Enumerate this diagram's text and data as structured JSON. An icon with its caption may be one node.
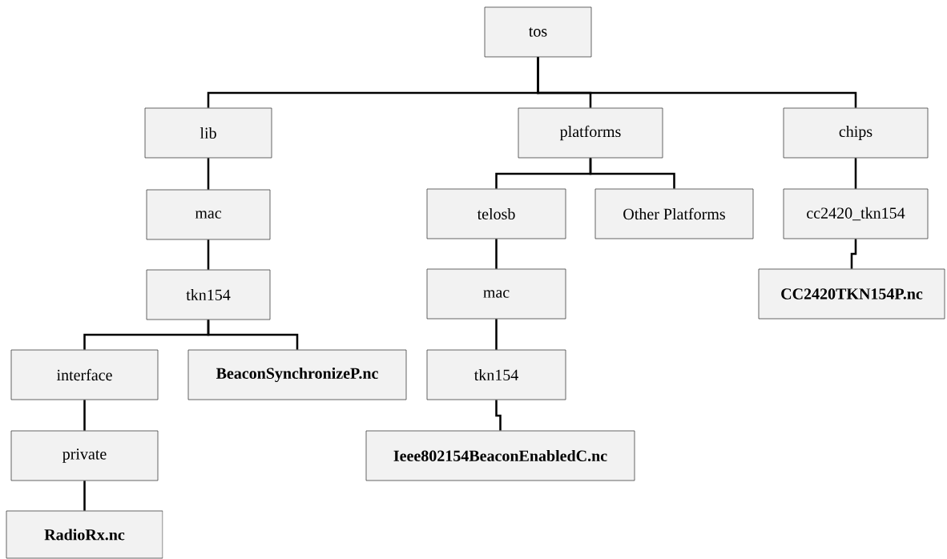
{
  "diagram": {
    "nodes": [
      {
        "text": [
          "tos"
        ]
      },
      {
        "text": [
          "lib"
        ]
      },
      {
        "text": [
          "platforms"
        ]
      },
      {
        "text": [
          "chips"
        ]
      },
      {
        "text": [
          "mac"
        ]
      },
      {
        "text": [
          "telosb"
        ]
      },
      {
        "text": [
          "Other Platforms"
        ]
      },
      {
        "text": [
          "cc2420_tkn154"
        ]
      },
      {
        "text": [
          "tkn154"
        ]
      },
      {
        "text": [
          "mac"
        ]
      },
      {
        "text": [
          "CC2420TKN154P.nc"
        ]
      },
      {
        "text": [
          "interface"
        ]
      },
      {
        "text": [
          "BeaconSynchronizeP.nc"
        ]
      },
      {
        "text": [
          "tkn154"
        ]
      },
      {
        "text": [
          "private"
        ]
      },
      {
        "text": [
          "Ieee802154BeaconEnabledC.nc"
        ]
      },
      {
        "text": [
          "RadioRx.nc"
        ]
      }
    ],
    "edges": [
      {
        "from": 0,
        "to": 1,
        "arrow": "none"
      },
      {
        "from": 0,
        "to": 2,
        "arrow": "none"
      },
      {
        "from": 0,
        "to": 3,
        "arrow": "none"
      },
      {
        "from": 1,
        "to": 4,
        "arrow": "none"
      },
      {
        "from": 2,
        "to": 5,
        "arrow": "none"
      },
      {
        "from": 2,
        "to": 6,
        "arrow": "none"
      },
      {
        "from": 3,
        "to": 7,
        "arrow": "none"
      },
      {
        "from": 4,
        "to": 8,
        "arrow": "none"
      },
      {
        "from": 5,
        "to": 9,
        "arrow": "none"
      },
      {
        "from": 7,
        "to": 10,
        "arrow": "none"
      },
      {
        "from": 8,
        "to": 11,
        "arrow": "none"
      },
      {
        "from": 8,
        "to": 12,
        "arrow": "none"
      },
      {
        "from": 9,
        "to": 13,
        "arrow": "none"
      },
      {
        "from": 11,
        "to": 14,
        "arrow": "none"
      },
      {
        "from": 13,
        "to": 15,
        "arrow": "none"
      },
      {
        "from": 14,
        "to": 16,
        "arrow": "none"
      }
    ]
  }
}
